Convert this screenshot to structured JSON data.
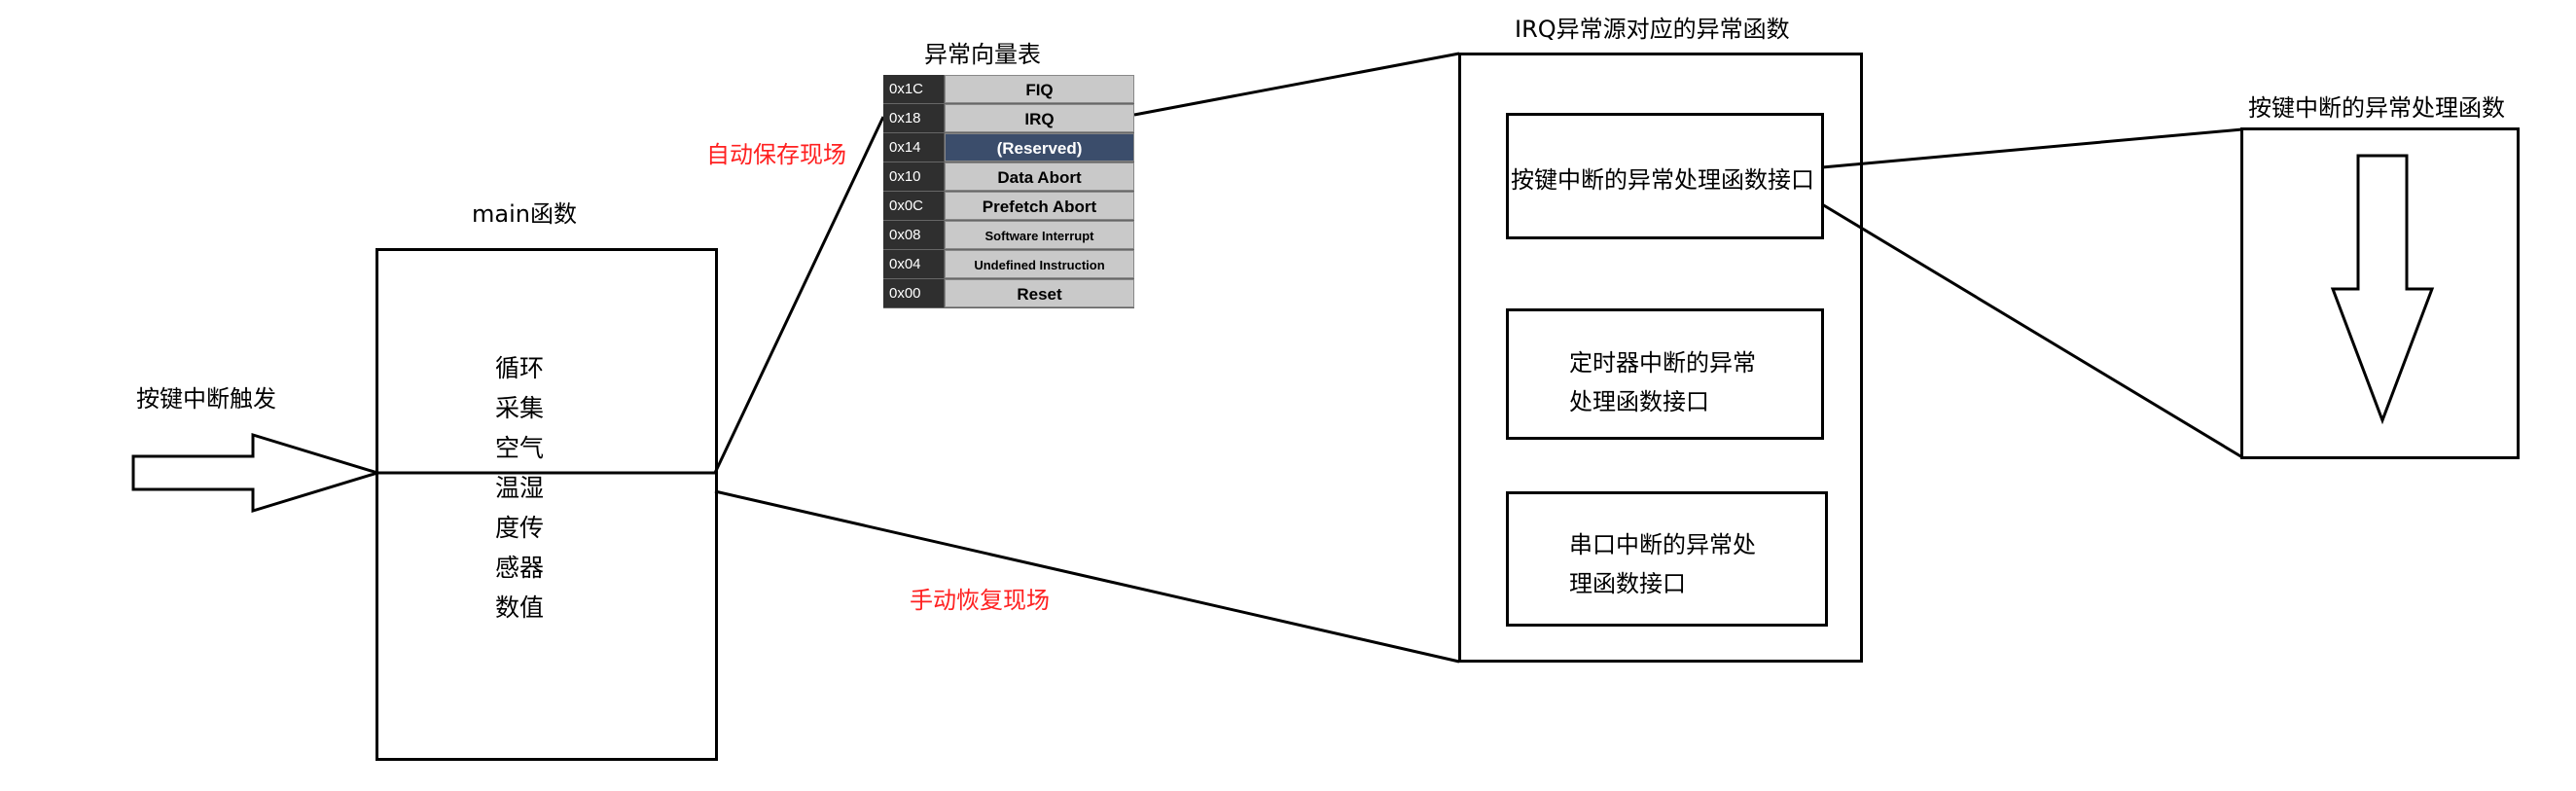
{
  "labels": {
    "trigger": "按键中断触发",
    "main_title": "main函数",
    "auto_save": "自动保存现场",
    "manual_restore": "手动恢复现场",
    "vector_title": "异常向量表",
    "irq_title": "IRQ异常源对应的异常函数",
    "handler_title": "按键中断的异常处理函数"
  },
  "main_box": {
    "lines": [
      "循环",
      "采集",
      "空气",
      "温湿",
      "度传",
      "感器",
      "数值"
    ]
  },
  "vector_table": [
    {
      "addr": "0x1C",
      "name": "FIQ",
      "highlight": false
    },
    {
      "addr": "0x18",
      "name": "IRQ",
      "highlight": false
    },
    {
      "addr": "0x14",
      "name": "(Reserved)",
      "highlight": true
    },
    {
      "addr": "0x10",
      "name": "Data Abort",
      "highlight": false
    },
    {
      "addr": "0x0C",
      "name": "Prefetch Abort",
      "highlight": false
    },
    {
      "addr": "0x08",
      "name": "Software Interrupt",
      "highlight": false,
      "small": true
    },
    {
      "addr": "0x04",
      "name": "Undefined Instruction",
      "highlight": false,
      "small": true
    },
    {
      "addr": "0x00",
      "name": "Reset",
      "highlight": false
    }
  ],
  "irq_boxes": {
    "key": "按键中断的异常处理函数接口",
    "timer_line1": "定时器中断的异常",
    "timer_line2": "处理函数接口",
    "uart_line1": "串口中断的异常处",
    "uart_line2": "理函数接口"
  },
  "colors": {
    "annotation": "#ff2020",
    "table_addr_bg": "#2f2f2f",
    "table_name_bg": "#c9c9c9",
    "table_highlight_bg": "#3b4d6b"
  }
}
